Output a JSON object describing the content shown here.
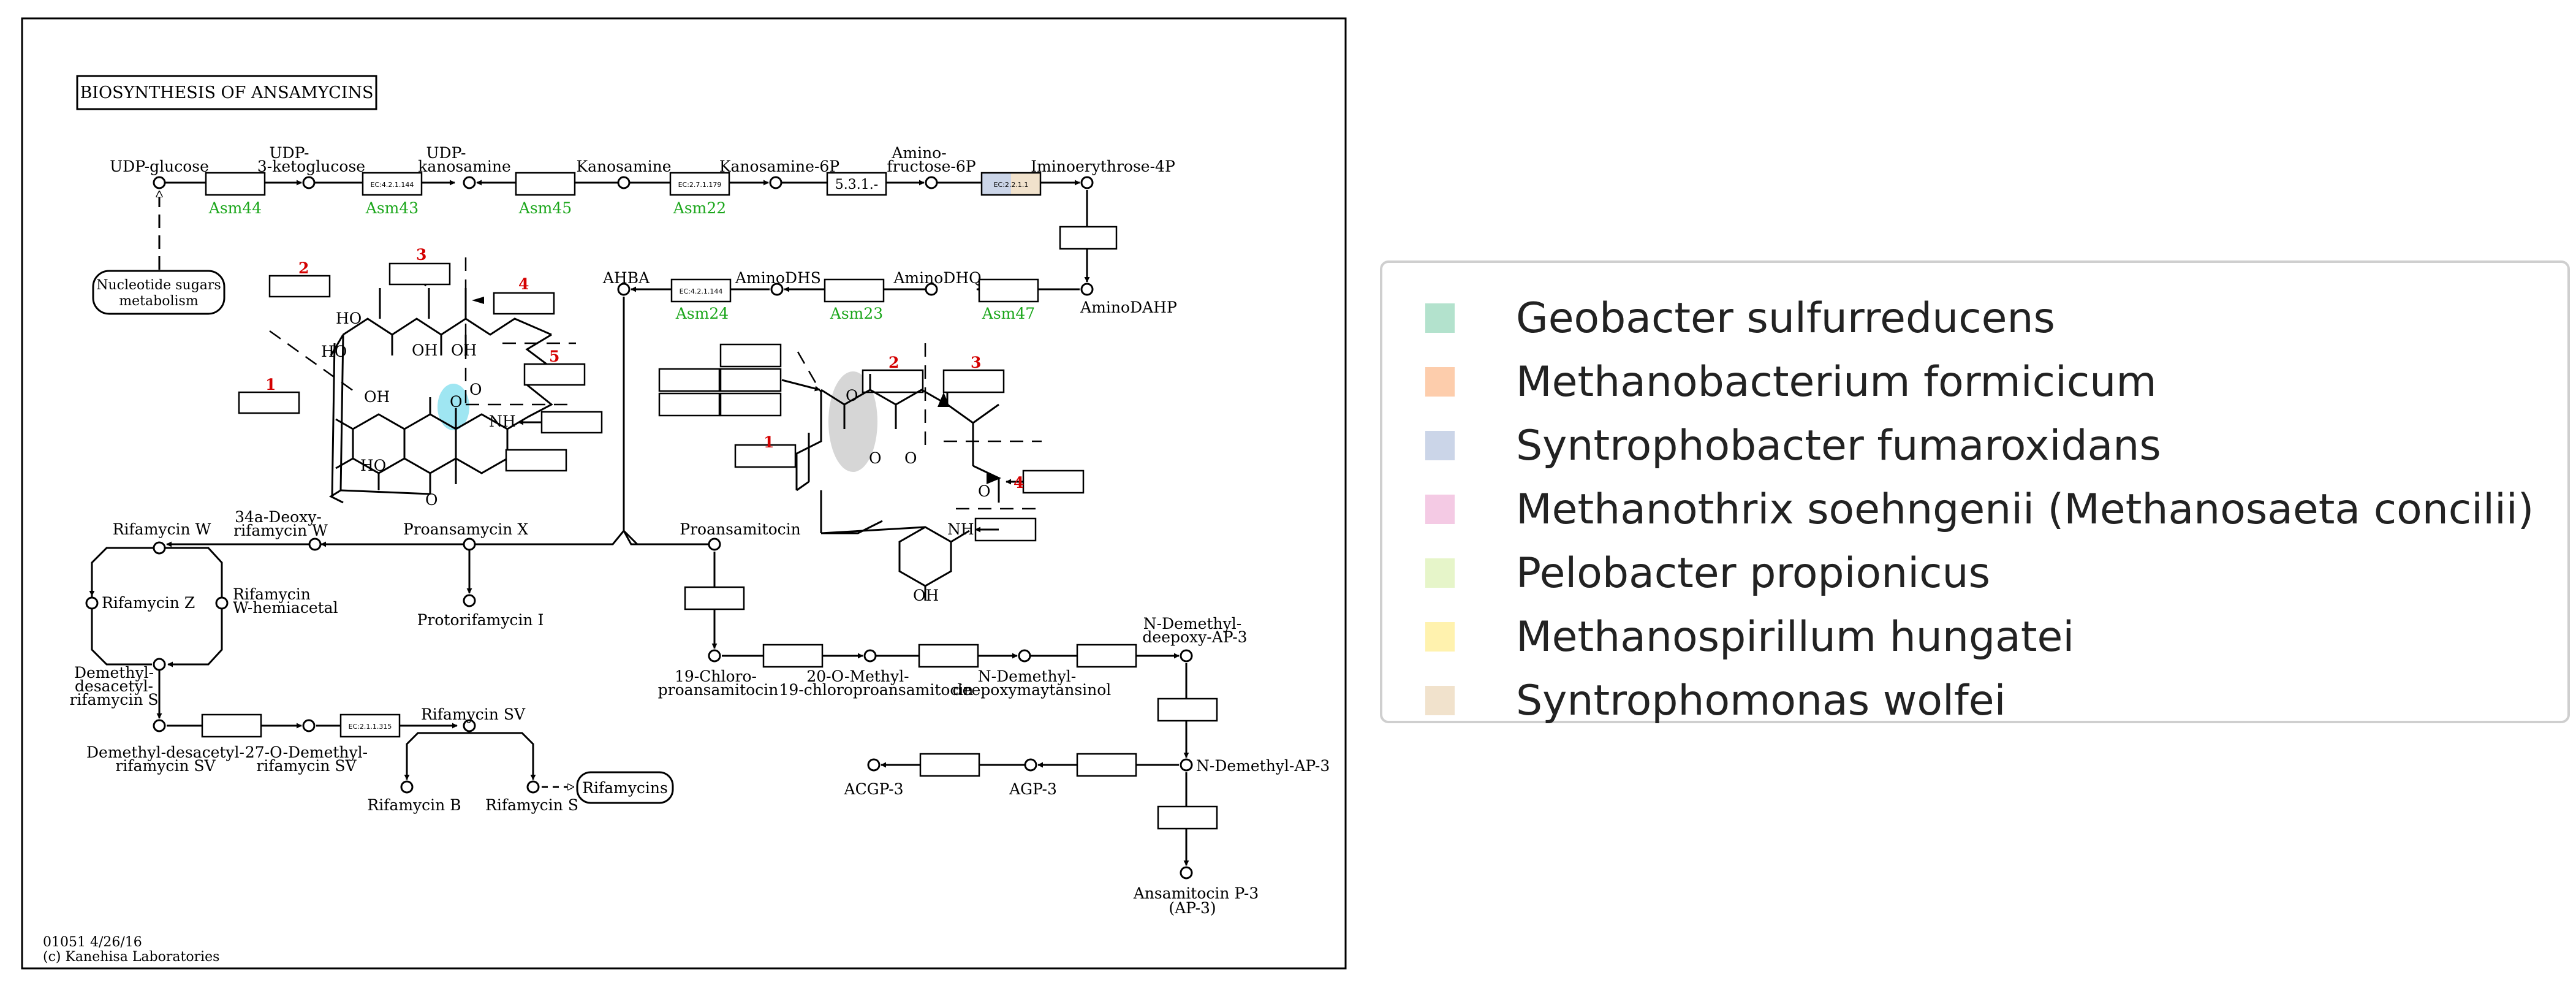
{
  "pathway": {
    "title": "BIOSYNTHESIS OF ANSAMYCINS",
    "footer_id_date": "01051 4/26/16",
    "footer_copyright": "(c) Kanehisa Laboratories"
  },
  "compounds": {
    "udp_glucose": "UDP-glucose",
    "udp_ketoglucose_1": "UDP-",
    "udp_ketoglucose_2": "3-ketoglucose",
    "udp_kanosamine_1": "UDP-",
    "udp_kanosamine_2": "kanosamine",
    "kanosamine": "Kanosamine",
    "kanosamine_6p": "Kanosamine-6P",
    "amino_f6p_1": "Amino-",
    "amino_f6p_2": "fructose-6P",
    "iminoerythrose": "Iminoerythrose-4P",
    "aminodahp": "AminoDAHP",
    "aminodhq": "AminoDHQ",
    "aminodhs": "AminoDHS",
    "ahba": "AHBA",
    "nucleotide_1": "Nucleotide sugars",
    "nucleotide_2": "metabolism",
    "rifamycin_w": "Rifamycin W",
    "deoxy_1": "34a-Deoxy-",
    "deoxy_2": "rifamycin W",
    "proansamycin_x": "Proansamycin X",
    "protorifamycin": "Protorifamycin I",
    "rifamycin_z": "Rifamycin Z",
    "hemiacetal_1": "Rifamycin",
    "hemiacetal_2": "W-hemiacetal",
    "demethyl_s_1": "Demethyl-",
    "demethyl_s_2": "desacetyl-",
    "demethyl_s_3": "rifamycin S",
    "demethyl_sv_1": "Demethyl-desacetyl-",
    "demethyl_sv_2": "rifamycin SV",
    "o_demethyl_1": "27-O-Demethyl-",
    "o_demethyl_2": "rifamycin SV",
    "rifamycin_sv": "Rifamycin SV",
    "rifamycin_b": "Rifamycin B",
    "rifamycin_s": "Rifamycin S",
    "rifamycins": "Rifamycins",
    "proansamitocin": "Proansamitocin",
    "chloro_1": "19-Chloro-",
    "chloro_2": "proansamitocin",
    "omethyl_1": "20-O-Methyl-",
    "omethyl_2": "19-chloroproansamitocin",
    "ndemethyl_deepoxy_1": "N-Demethyl-",
    "ndemethyl_deepoxy_2": "deepoxymaytansinol",
    "ndemethyl_deepoxy_ap3_1": "N-Demethyl-",
    "ndemethyl_deepoxy_ap3_2": "deepoxy-AP-3",
    "ndemethyl_ap3": "N-Demethyl-AP-3",
    "agp3": "AGP-3",
    "acgp3": "ACGP-3",
    "ansamitocin_1": "Ansamitocin P-3",
    "ansamitocin_2": "(AP-3)"
  },
  "enzymes": {
    "e_4_2_1_144": "EC:4.2.1.144",
    "e_2_7_1_179": "EC:2.7.1.179",
    "e_5_3_1": "5.3.1.-",
    "e_2_2_1_1": "EC:2.2.1.1",
    "e_4_2_1_144b": "EC:4.2.1.144",
    "e_2_1_1_315": "EC:2.1.1.315"
  },
  "genes": {
    "asm44": "Asm44",
    "asm43": "Asm43",
    "asm45": "Asm45",
    "asm22": "Asm22",
    "asm47": "Asm47",
    "asm23": "Asm23",
    "asm24": "Asm24"
  },
  "structure_labels": {
    "ho_1": "HO",
    "oh_1": "OH",
    "oh_2": "OH",
    "oh_3": "OH",
    "ho_2": "HO",
    "ho_3": "HO",
    "o_1": "O",
    "o_2": "O",
    "o_3": "O",
    "nh_1": "NH",
    "o_4": "O",
    "o_5": "O",
    "o_6": "O",
    "o_7": "O",
    "nh_2": "NH",
    "oh_4": "OH"
  },
  "module_numbers": {
    "n1": "1",
    "n2": "2",
    "n3": "3",
    "n4": "4",
    "n5": "5",
    "m1": "1",
    "m2": "2",
    "m3": "3",
    "m4": "4"
  },
  "legend": {
    "items": [
      {
        "label": "Geobacter sulfurreducens",
        "color": "#b3e2cd"
      },
      {
        "label": "Methanobacterium formicicum",
        "color": "#fdcdac"
      },
      {
        "label": "Syntrophobacter fumaroxidans",
        "color": "#cbd5e8"
      },
      {
        "label": "Methanothrix soehngenii (Methanosaeta concilii)",
        "color": "#f4cae4"
      },
      {
        "label": "Pelobacter propionicus",
        "color": "#e6f5c9"
      },
      {
        "label": "Methanospirillum hungatei",
        "color": "#fff2ae"
      },
      {
        "label": "Syntrophomonas wolfei",
        "color": "#f1e2cc"
      }
    ]
  },
  "colors": {
    "gene_green": "#1aa61a",
    "module_red": "#d40000",
    "highlight_cyan": "#9fe6f2",
    "highlight_gray": "#d6d6d6"
  }
}
